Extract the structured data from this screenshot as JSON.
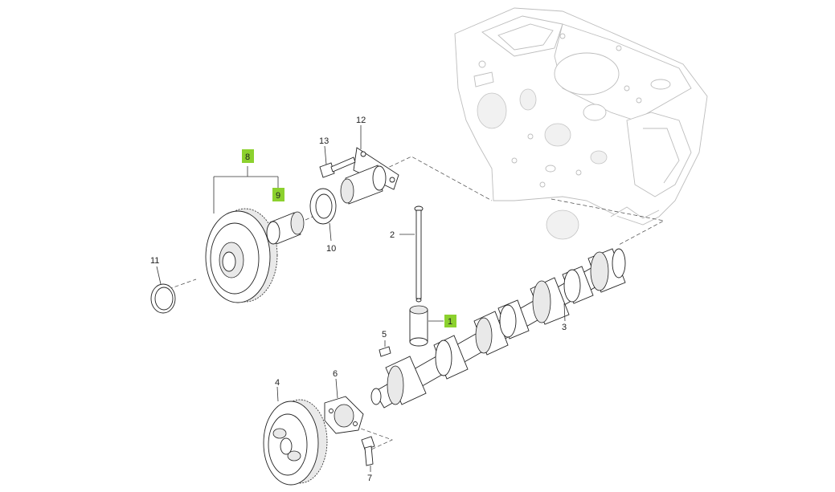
{
  "diagram": {
    "labels": {
      "p1": "1",
      "p2": "2",
      "p3": "3",
      "p4": "4",
      "p5": "5",
      "p6": "6",
      "p7": "7",
      "p8": "8",
      "p9": "9",
      "p10": "10",
      "p11": "11",
      "p12": "12",
      "p13": "13"
    },
    "highlight_color": "#8cd12e",
    "highlighted_parts": [
      "1",
      "8",
      "9"
    ]
  }
}
